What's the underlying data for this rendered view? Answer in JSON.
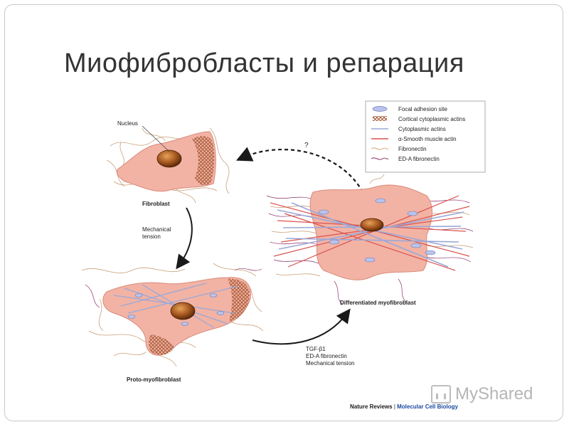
{
  "slide": {
    "title": "Миофибробласты и репарация"
  },
  "diagram": {
    "labels": {
      "nucleus": "Nucleus",
      "fibroblast": "Fibroblast",
      "proto_myofibroblast": "Proto-myofibroblast",
      "differentiated_myofibroblast": "Differentiated myofibroblast",
      "question_mark": "?",
      "arrow1_line1": "Mechanical",
      "arrow1_line2": "tension",
      "arrow2_line1": "TGF-β1",
      "arrow2_line2": "ED-A fibronectin",
      "arrow2_line3": "Mechanical tension"
    },
    "legend": [
      {
        "label": "Focal adhesion site",
        "icon": "focal-adhesion-icon",
        "color": "#9aa6d6"
      },
      {
        "label": "Cortical cytoplasmic actins",
        "icon": "cortical-actin-icon",
        "color": "#a0522d"
      },
      {
        "label": "Cytoplasmic actins",
        "icon": "line-icon",
        "color": "#9aa8d8"
      },
      {
        "label": "α-Smooth muscle actin",
        "icon": "line-icon",
        "color": "#d9534f"
      },
      {
        "label": "Fibronectin",
        "icon": "wavy-line-icon",
        "color": "#d2a679"
      },
      {
        "label": "ED-A fibronectin",
        "icon": "wavy-line-icon",
        "color": "#8b2f6b"
      }
    ],
    "colors": {
      "cell_fill": "#f2b3a4",
      "nucleus": "#a0521d",
      "arrow": "#1a1a1a"
    }
  },
  "credit": {
    "journal": "Nature Reviews",
    "separator": " | ",
    "section": "Molecular Cell Biology"
  },
  "watermark": {
    "text": "MyShared"
  }
}
